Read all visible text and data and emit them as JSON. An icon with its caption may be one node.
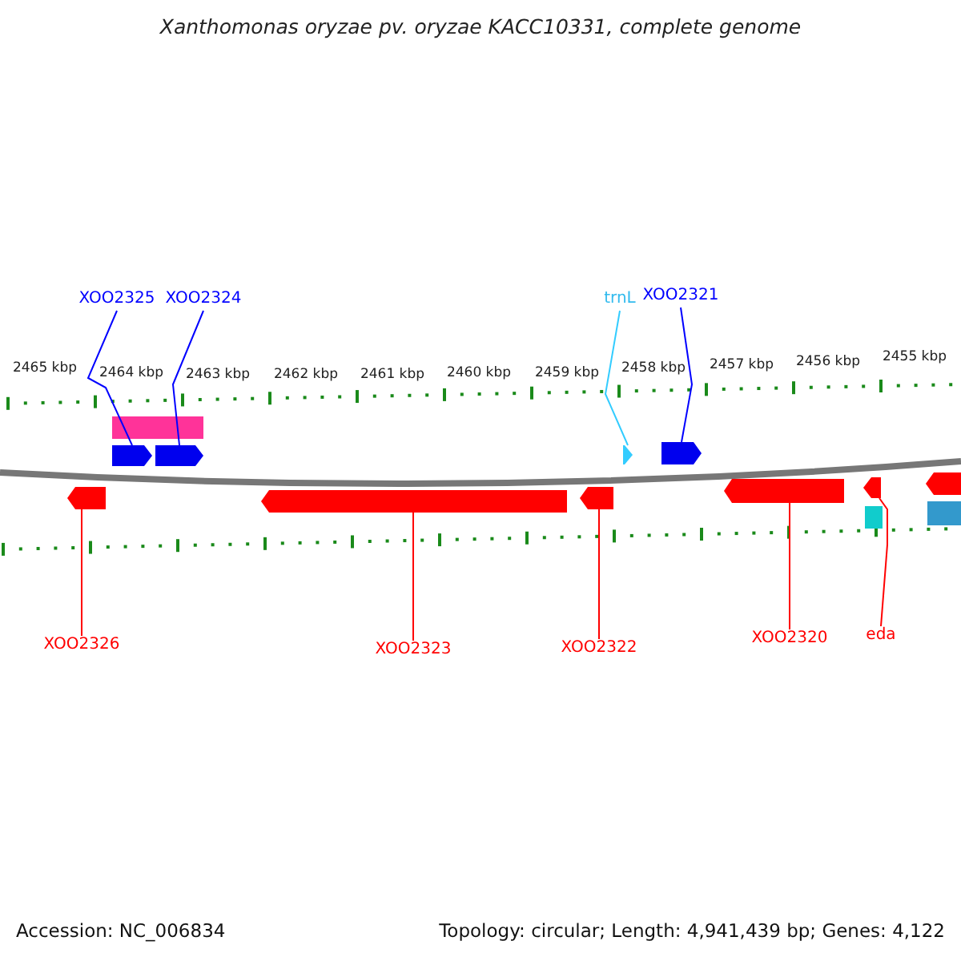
{
  "diagram": {
    "title": "Xanthomonas oryzae pv. oryzae KACC10331, complete genome",
    "nodes": [
      {
        "text": [
          "XOO2325"
        ]
      },
      {
        "text": [
          "XOO2324"
        ]
      },
      {
        "text": [
          "trnL"
        ]
      },
      {
        "text": [
          "XOO2321"
        ]
      },
      {
        "text": [],
        "shape": "bar"
      },
      {
        "text": [],
        "shape": "arrow"
      },
      {
        "text": [],
        "shape": "arrow"
      },
      {
        "text": [],
        "shape": "arrow"
      },
      {
        "text": [],
        "shape": "arrow"
      },
      {
        "text": [],
        "shape": "arrow"
      },
      {
        "text": [],
        "shape": "arrow"
      },
      {
        "text": [],
        "shape": "arrow"
      },
      {
        "text": [],
        "shape": "arrow"
      },
      {
        "text": [],
        "shape": "arrow"
      },
      {
        "text": [],
        "shape": "arrow"
      },
      {
        "text": [],
        "shape": "bar"
      },
      {
        "text": [],
        "shape": "bar"
      },
      {
        "text": [
          "XOO2326"
        ]
      },
      {
        "text": [
          "XOO2323"
        ]
      },
      {
        "text": [
          "XOO2322"
        ]
      },
      {
        "text": [
          "XOO2320"
        ]
      },
      {
        "text": [
          "eda"
        ]
      }
    ],
    "edges": [
      {
        "from": 0,
        "to": 5,
        "arrow": "none",
        "color": "#0000ff"
      },
      {
        "from": 1,
        "to": 6,
        "arrow": "none",
        "color": "#0000ff"
      },
      {
        "from": 2,
        "to": 7,
        "arrow": "none",
        "color": "#33ccff"
      },
      {
        "from": 3,
        "to": 8,
        "arrow": "none",
        "color": "#0000ff"
      },
      {
        "from": 17,
        "to": 9,
        "arrow": "none"
      },
      {
        "from": 18,
        "to": 10,
        "arrow": "none"
      },
      {
        "from": 19,
        "to": 11,
        "arrow": "none"
      },
      {
        "from": 20,
        "to": 12,
        "arrow": "none"
      },
      {
        "from": 21,
        "to": 13,
        "arrow": "none"
      }
    ],
    "labels": [
      "2465 kbp",
      "2464 kbp",
      "2463 kbp",
      "2462 kbp",
      "2461 kbp",
      "2460 kbp",
      "2459 kbp",
      "2458 kbp",
      "2457 kbp",
      "2456 kbp",
      "2455 kbp",
      "Accession: NC_006834",
      "Topology: circular; Length: 4,941,439 bp; Genes: 4,122"
    ]
  }
}
